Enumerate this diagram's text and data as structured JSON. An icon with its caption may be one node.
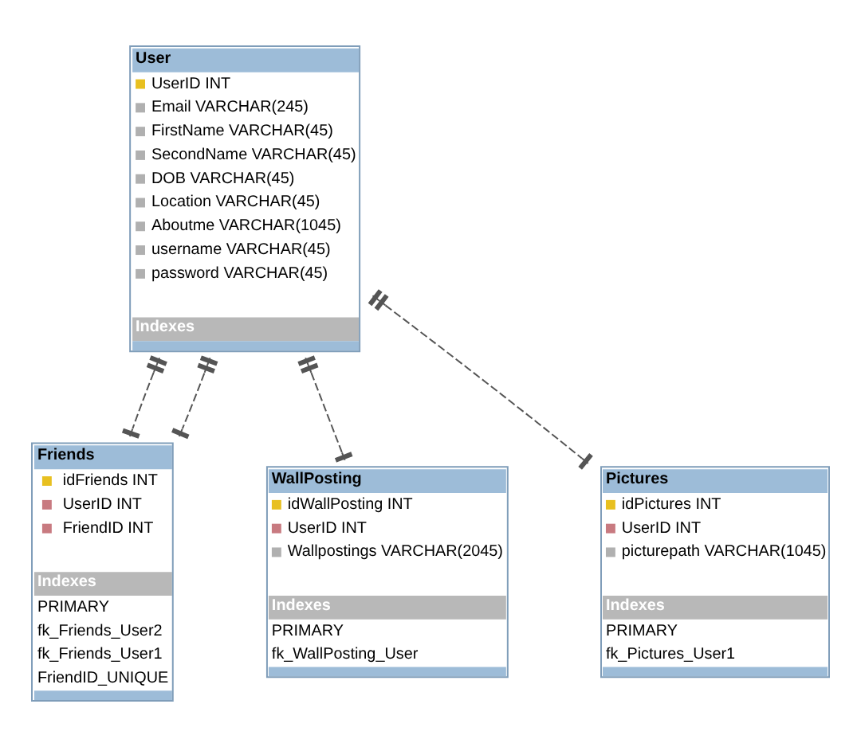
{
  "diagram": {
    "nodes": [
      {
        "text": [
          "User",
          "UserID INT",
          "Email VARCHAR(245)",
          "FirstName VARCHAR(45)",
          "SecondName VARCHAR(45)",
          "DOB VARCHAR(45)",
          "Location VARCHAR(45)",
          "Aboutme VARCHAR(1045)",
          "username VARCHAR(45)",
          "password VARCHAR(45)",
          "Indexes"
        ]
      },
      {
        "text": [
          "Friends",
          "idFriends INT",
          "UserID INT",
          "FriendID INT",
          "Indexes",
          "PRIMARY",
          "fk_Friends_User2",
          "fk_Friends_User1",
          "FriendID_UNIQUE"
        ]
      },
      {
        "text": [
          "WallPosting",
          "idWallPosting INT",
          "UserID INT",
          "Wallpostings VARCHAR(2045)",
          "Indexes",
          "PRIMARY",
          "fk_WallPosting_User"
        ]
      },
      {
        "text": [
          "Pictures",
          "idPictures INT",
          "UserID INT",
          "picturepath VARCHAR(1045)",
          "Indexes",
          "PRIMARY",
          "fk_Pictures_User1"
        ]
      }
    ],
    "edges": [
      {
        "from": 0,
        "to": 1,
        "arrow": "other",
        "style": "dashed"
      },
      {
        "from": 0,
        "to": 1,
        "arrow": "other",
        "style": "dashed"
      },
      {
        "from": 0,
        "to": 2,
        "arrow": "other",
        "style": "dashed"
      },
      {
        "from": 0,
        "to": 3,
        "arrow": "other",
        "style": "dashed"
      }
    ]
  }
}
